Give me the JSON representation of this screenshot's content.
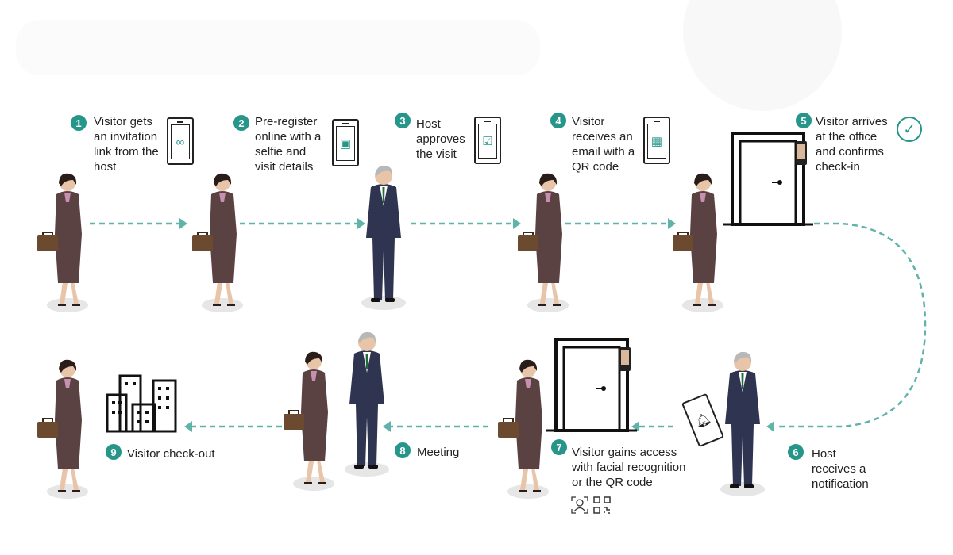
{
  "colors": {
    "accent": "#27968a",
    "woman_suit": "#5b4242",
    "man_suit": "#2f3451"
  },
  "steps": [
    {
      "number": "1",
      "text": "Visitor gets\nan invitation\nlink from the\nhost",
      "icon": "link-icon"
    },
    {
      "number": "2",
      "text": "Pre-register\nonline with a\nselfie and\nvisit details",
      "icon": "id-card-icon"
    },
    {
      "number": "3",
      "text": "Host\napproves\nthe visit",
      "icon": "checkbox-icon"
    },
    {
      "number": "4",
      "text": "Visitor\nreceives an\nemail with a\nQR code",
      "icon": "qr-code-icon"
    },
    {
      "number": "5",
      "text": "Visitor arrives\nat the office\nand confirms\ncheck-in",
      "icon": "check-circle-icon"
    },
    {
      "number": "6",
      "text": "Host\nreceives a\nnotification",
      "icon": "bell-icon"
    },
    {
      "number": "7",
      "text": "Visitor gains access\nwith facial recognition\nor the QR code",
      "icon": "face-id-icon"
    },
    {
      "number": "8",
      "text": "Meeting",
      "icon": "handshake"
    },
    {
      "number": "9",
      "text": "Visitor check-out",
      "icon": "building-icon"
    }
  ]
}
